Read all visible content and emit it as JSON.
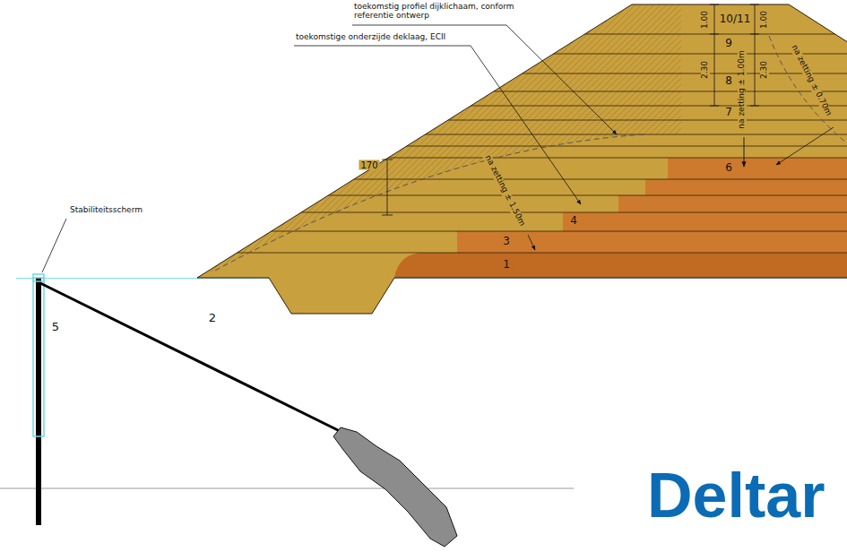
{
  "diagram": {
    "labels": [
      "toekomstig profiel dijklichaam, conform referentie ontwerp",
      "toekomstige onderzijde deklaag, ECII",
      "Stabiliteitsscherm",
      "10/11",
      "1.00",
      "1.00",
      "9",
      "2.30",
      "8",
      "2.30",
      "na zetting ± 1.00m",
      "na zetting ± 0.70m",
      "7",
      "170",
      "6",
      "na zetting ± 1.50m",
      "4",
      "3",
      "1",
      "5",
      "2",
      "Deltar"
    ]
  }
}
